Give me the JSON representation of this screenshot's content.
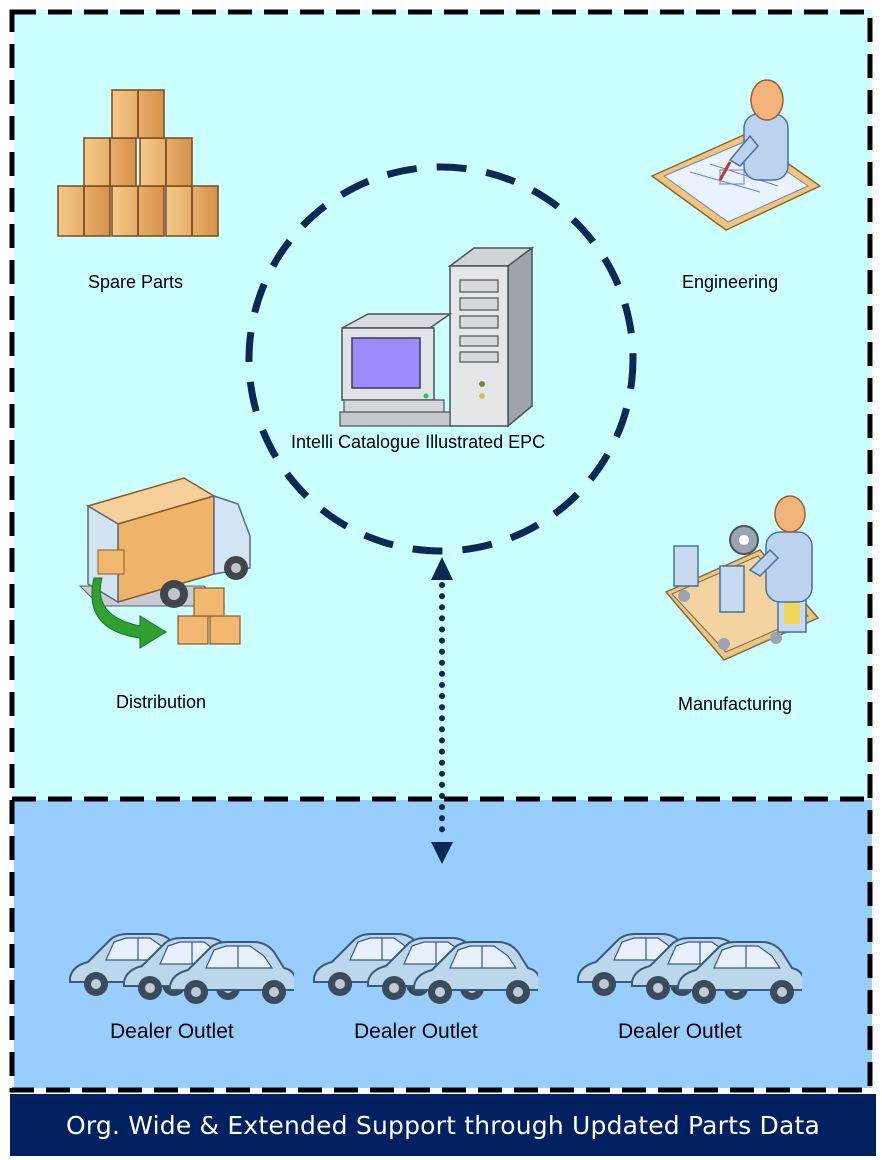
{
  "nodes": {
    "spare_parts": "Spare Parts",
    "engineering": "Engineering",
    "catalogue": "Intelli Catalogue Illustrated EPC",
    "distribution": "Distribution",
    "manufacturing": "Manufacturing"
  },
  "dealers": [
    "Dealer Outlet",
    "Dealer Outlet",
    "Dealer Outlet"
  ],
  "footer": "Org. Wide & Extended Support through Updated Parts Data",
  "colors": {
    "top_zone": "#ccffff",
    "bottom_zone": "#99ccff",
    "footer_bg": "#002060",
    "dash": "#000000",
    "circle": "#0a2a55"
  }
}
